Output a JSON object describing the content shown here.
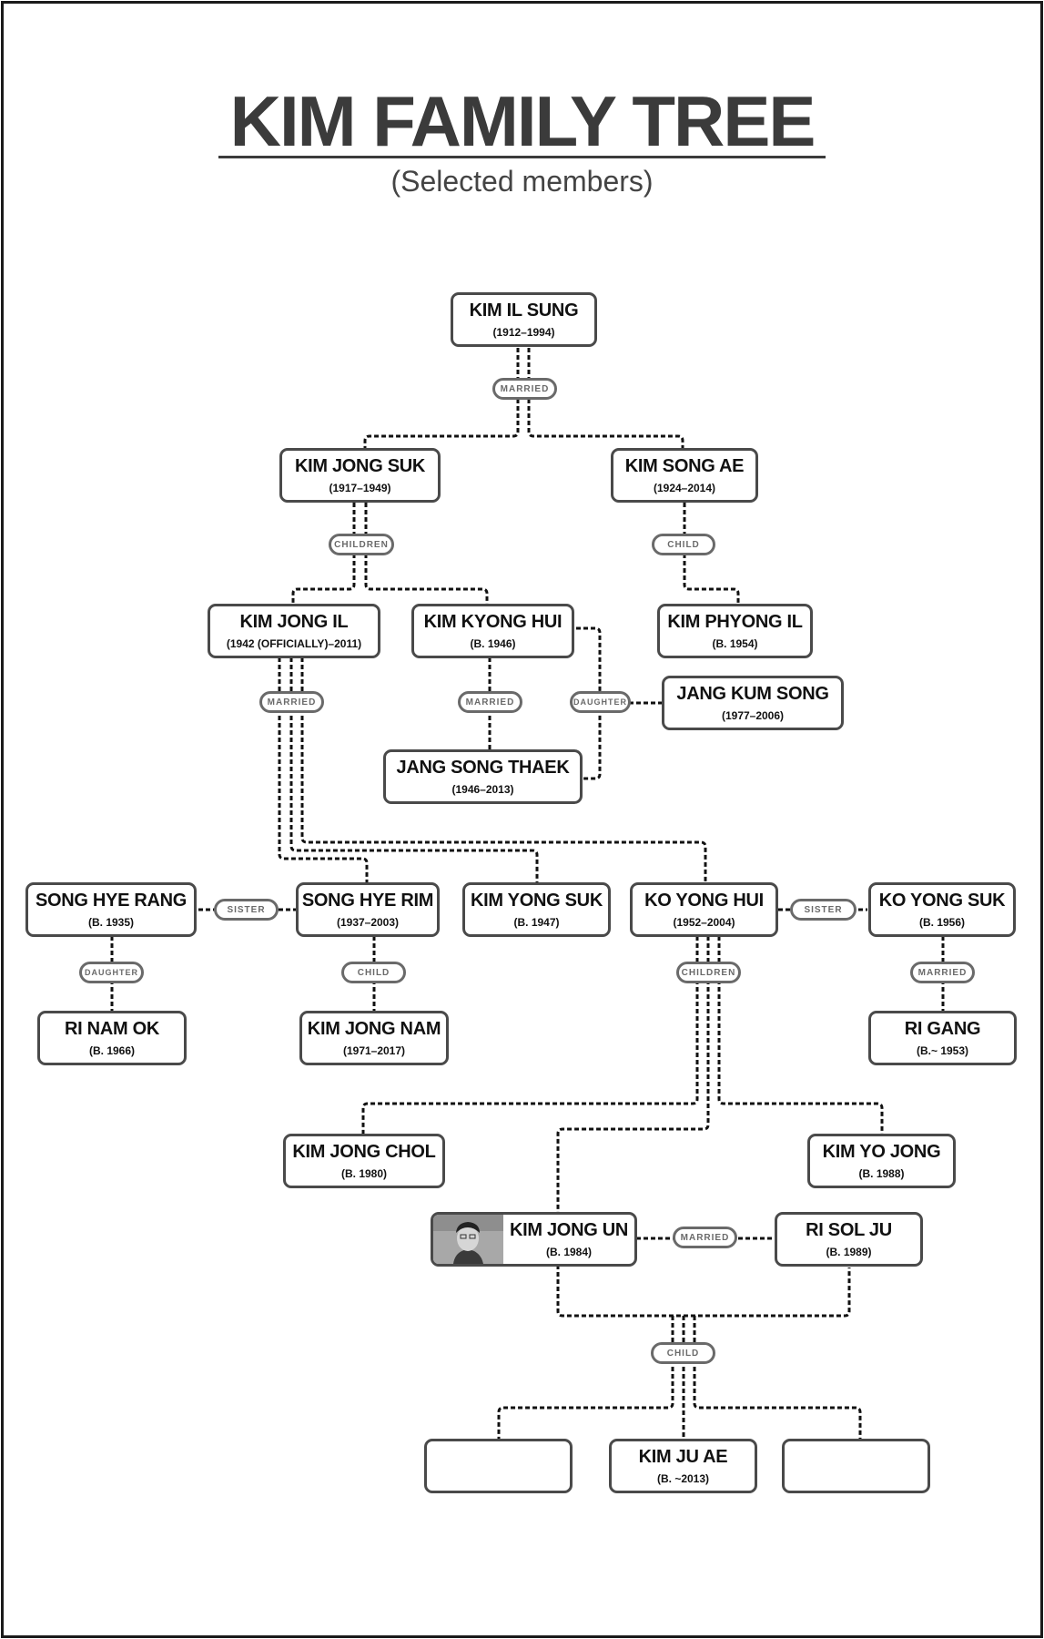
{
  "title": "KIM FAMILY TREE",
  "subtitle": "(Selected members)",
  "colors": {
    "border": "#4a4a4a",
    "connector": "#111111",
    "title": "#3b3b3b",
    "pill": "#6a6a6a"
  },
  "people": {
    "kim_il_sung": {
      "name": "KIM IL SUNG",
      "dates": "(1912–1994)"
    },
    "kim_jong_suk": {
      "name": "KIM JONG SUK",
      "dates": "(1917–1949)"
    },
    "kim_song_ae": {
      "name": "KIM SONG AE",
      "dates": "(1924–2014)"
    },
    "kim_jong_il": {
      "name": "KIM JONG IL",
      "dates": "(1942 (OFFICIALLY)–2011)"
    },
    "kim_kyong_hui": {
      "name": "KIM KYONG HUI",
      "dates": "(B. 1946)"
    },
    "kim_phyong_il": {
      "name": "KIM PHYONG IL",
      "dates": "(B. 1954)"
    },
    "jang_kum_song": {
      "name": "JANG KUM SONG",
      "dates": "(1977–2006)"
    },
    "jang_song_thaek": {
      "name": "JANG SONG THAEK",
      "dates": "(1946–2013)"
    },
    "song_hye_rang": {
      "name": "SONG HYE RANG",
      "dates": "(B. 1935)"
    },
    "song_hye_rim": {
      "name": "SONG HYE RIM",
      "dates": "(1937–2003)"
    },
    "kim_yong_suk": {
      "name": "KIM YONG SUK",
      "dates": "(B. 1947)"
    },
    "ko_yong_hui": {
      "name": "KO YONG HUI",
      "dates": "(1952–2004)"
    },
    "ko_yong_suk": {
      "name": "KO YONG SUK",
      "dates": "(B. 1956)"
    },
    "ri_nam_ok": {
      "name": "RI NAM OK",
      "dates": "(B. 1966)"
    },
    "kim_jong_nam": {
      "name": "KIM JONG NAM",
      "dates": "(1971–2017)"
    },
    "ri_gang": {
      "name": "RI GANG",
      "dates": "(B.~ 1953)"
    },
    "kim_jong_chol": {
      "name": "KIM JONG CHOL",
      "dates": "(B. 1980)"
    },
    "kim_yo_jong": {
      "name": "KIM YO JONG",
      "dates": "(B. 1988)"
    },
    "kim_jong_un": {
      "name": "KIM JONG UN",
      "dates": "(B. 1984)"
    },
    "ri_sol_ju": {
      "name": "RI SOL JU",
      "dates": "(B. 1989)"
    },
    "kim_ju_ae": {
      "name": "KIM JU AE",
      "dates": "(B. ~2013)"
    }
  },
  "relations": {
    "married_1": "MARRIED",
    "children_1": "CHILDREN",
    "child_1": "CHILD",
    "married_2": "MARRIED",
    "married_3": "MARRIED",
    "daughter_1": "DAUGHTER",
    "sister_1": "SISTER",
    "sister_2": "SISTER",
    "daughter_2": "DAUGHTER",
    "child_2": "CHILD",
    "children_2": "CHILDREN",
    "married_4": "MARRIED",
    "married_5": "MARRIED",
    "child_3": "CHILD"
  }
}
